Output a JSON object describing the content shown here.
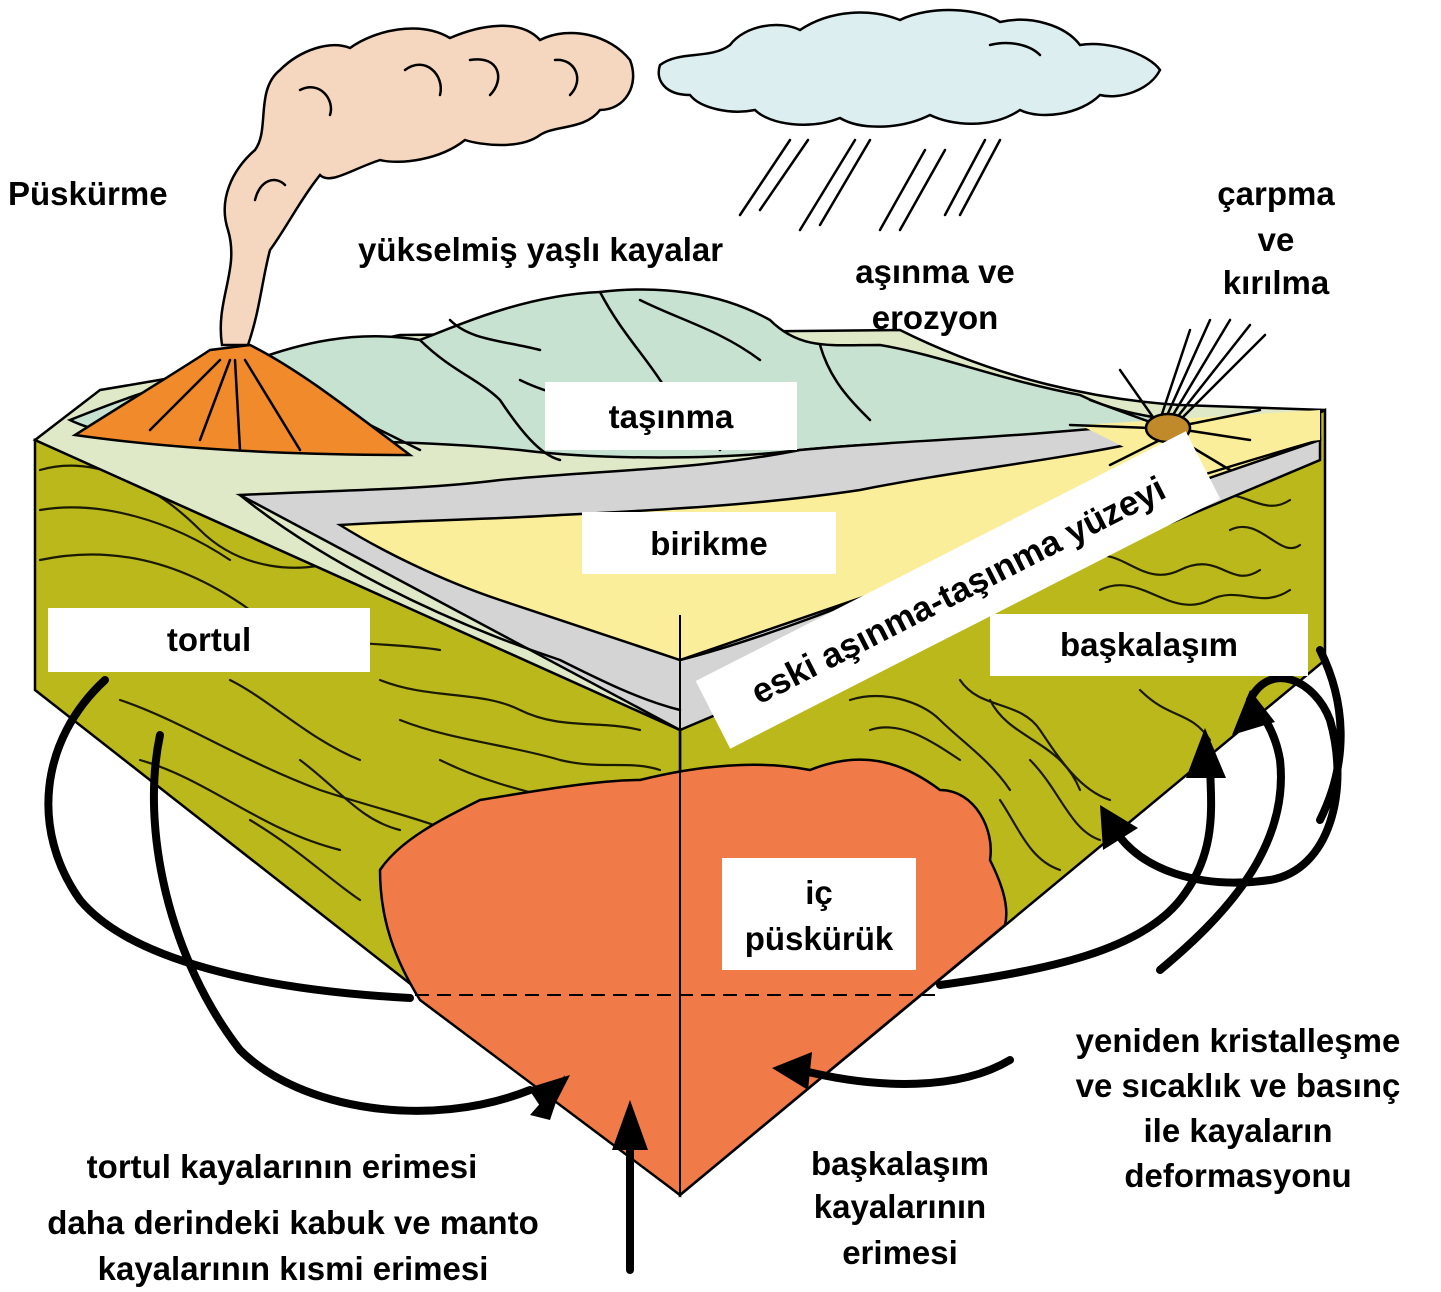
{
  "labels": {
    "eruption": "Püskürme",
    "uplifted_old_rocks": "yükselmiş yaşlı kayalar",
    "weathering_erosion_l1": "aşınma ve",
    "weathering_erosion_l2": "erozyon",
    "impact_l1": "çarpma",
    "impact_l2": "ve",
    "impact_l3": "kırılma",
    "transport": "taşınma",
    "deposition": "birikme",
    "old_surface": "eski aşınma-taşınma yüzeyi",
    "sedimentary": "tortul",
    "metamorphic": "başkalaşım",
    "igneous_l1": "iç",
    "igneous_l2": "püskürük",
    "recryst_l1": "yeniden kristalleşme",
    "recryst_l2": "ve sıcaklık ve basınç",
    "recryst_l3": "ile kayaların",
    "recryst_l4": "deformasyonu",
    "sed_melting": "tortul kayalarının erimesi",
    "deep_melting_l1": "daha derindeki kabuk ve manto",
    "deep_melting_l2": "kayalarının kısmi erimesi",
    "meta_melting_l1": "başkalaşım",
    "meta_melting_l2": "kayalarının",
    "meta_melting_l3": "erimesi"
  },
  "colors": {
    "cloud_smoke": "#f5d7bf",
    "cloud_rain": "#dceef0",
    "volcano": "#f08a2a",
    "hills": "#c7e2d0",
    "plain": "#dfe9c8",
    "gray_layer": "#d4d4d4",
    "sand": "#fbee9a",
    "olive": "#bab81b",
    "magma": "#f07a48",
    "meteor": "#c08a2a"
  }
}
